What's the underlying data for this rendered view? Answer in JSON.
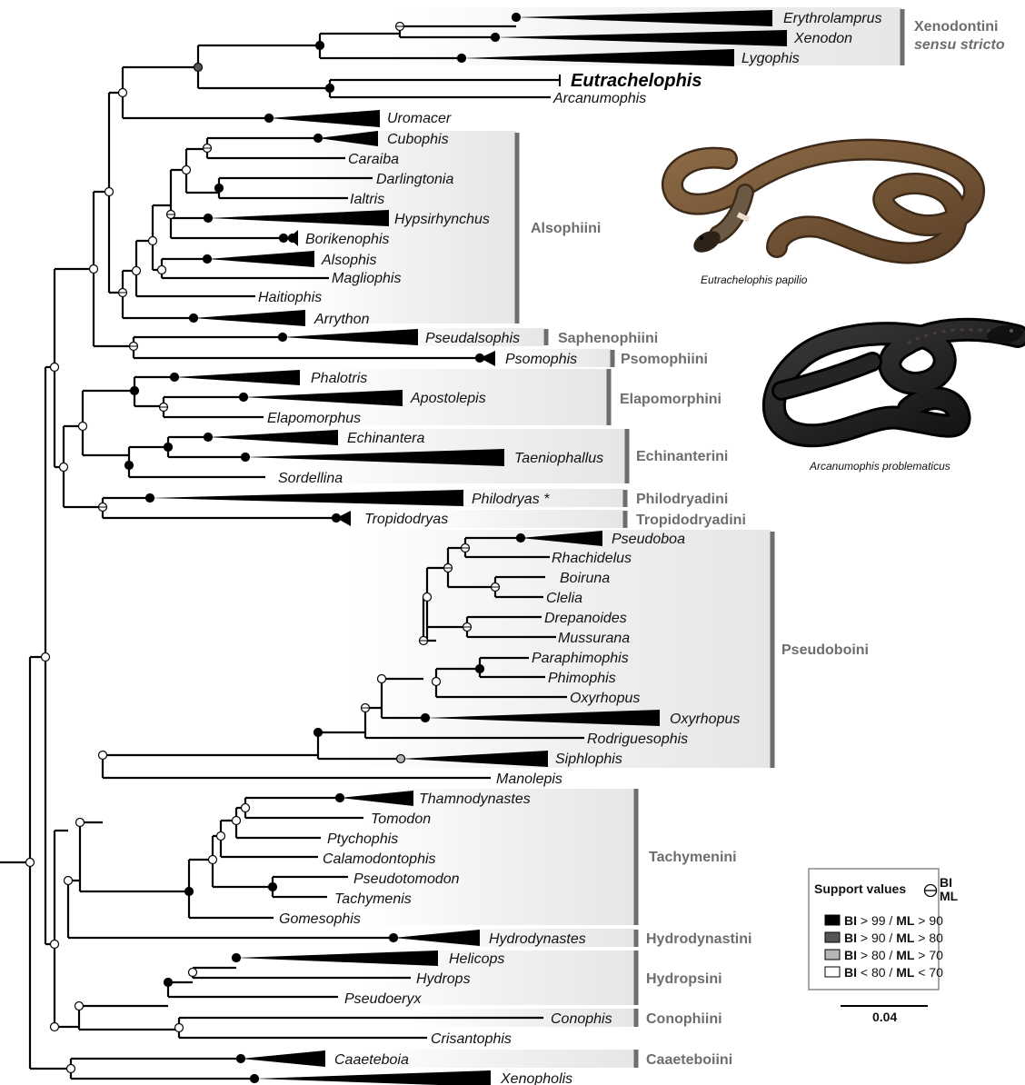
{
  "tribes": {
    "xenodontini_line1": "Xenodontini",
    "xenodontini_line2": "sensu stricto",
    "alsophiini": "Alsophiini",
    "saphenophiini": "Saphenophiini",
    "psomophiini": "Psomophiini",
    "elapomorphini": "Elapomorphini",
    "echinanterini": "Echinanterini",
    "philodryadini": "Philodryadini",
    "tropidodryadini": "Tropidodryadini",
    "pseudoboini": "Pseudoboini",
    "tachymenini": "Tachymenini",
    "hydrodynastini": "Hydrodynastini",
    "hydropsini": "Hydropsini",
    "conophiini": "Conophiini",
    "caaeteboiini": "Caaeteboiini"
  },
  "taxa": {
    "erythrolamprus": "Erythrolamprus",
    "xenodon": "Xenodon",
    "lygophis": "Lygophis",
    "eutrachelophis": "Eutrachelophis",
    "arcanumophis": "Arcanumophis",
    "uromacer": "Uromacer",
    "cubophis": "Cubophis",
    "caraiba": "Caraiba",
    "darlingtonia": "Darlingtonia",
    "ialtris": "Ialtris",
    "hypsirhynchus": "Hypsirhynchus",
    "borikenophis": "Borikenophis",
    "alsophis": "Alsophis",
    "magliophis": "Magliophis",
    "haitiophis": "Haitiophis",
    "arrython": "Arrython",
    "pseudalsophis": "Pseudalsophis",
    "psomophis": "Psomophis",
    "phalotris": "Phalotris",
    "apostolepis": "Apostolepis",
    "elapomorphus": "Elapomorphus",
    "echinantera": "Echinantera",
    "taeniophallus": "Taeniophallus",
    "sordellina": "Sordellina",
    "philodryas": "Philodryas *",
    "tropidodryas": "Tropidodryas",
    "pseudoboa": "Pseudoboa",
    "rhachidelus": "Rhachidelus",
    "boiruna": "Boiruna",
    "clelia": "Clelia",
    "drepanoides": "Drepanoides",
    "mussurana": "Mussurana",
    "paraphimophis": "Paraphimophis",
    "phimophis": "Phimophis",
    "oxyrhopus_a": "Oxyrhopus",
    "oxyrhopus_b": "Oxyrhopus",
    "rodriguesophis": "Rodriguesophis",
    "siphlophis": "Siphlophis",
    "manolepis": "Manolepis",
    "thamnodynastes": "Thamnodynastes",
    "tomodon": "Tomodon",
    "ptychophis": "Ptychophis",
    "calamodontophis": "Calamodontophis",
    "pseudotomodon": "Pseudotomodon",
    "tachymenis": "Tachymenis",
    "gomesophis": "Gomesophis",
    "hydrodynastes": "Hydrodynastes",
    "helicops": "Helicops",
    "hydrops": "Hydrops",
    "pseudoeryx": "Pseudoeryx",
    "conophis": "Conophis",
    "crisantophis": "Crisantophis",
    "caaeteboia": "Caaeteboia",
    "xenopholis": "Xenopholis"
  },
  "photos": {
    "eutrachelophis_caption": "Eutrachelophis papilio",
    "arcanumophis_caption": "Arcanumophis problematicus"
  },
  "legend": {
    "title": "Support values",
    "key_bi": "BI",
    "key_ml": "ML",
    "rows": [
      {
        "bi": "BI",
        "bi_val": "> 99",
        "sep": "/",
        "ml": "ML",
        "ml_val": "> 90",
        "color": "#000000"
      },
      {
        "bi": "BI",
        "bi_val": "> 90",
        "sep": "/",
        "ml": "ML",
        "ml_val": "> 80",
        "color": "#555555"
      },
      {
        "bi": "BI",
        "bi_val": "> 80",
        "sep": "/",
        "ml": "ML",
        "ml_val": "> 70",
        "color": "#b5b5b5"
      },
      {
        "bi": "BI",
        "bi_val": "< 80",
        "sep": "/",
        "ml": "ML",
        "ml_val": "< 70",
        "color": "#ffffff"
      }
    ],
    "scale_label": "0.04"
  },
  "colors": {
    "tribe_text": "#6d6d6d",
    "tribe_bar": "#6d6d6d",
    "band": "#ececec",
    "branch": "#000000",
    "snake1_body": "#7a5a3a",
    "snake2_body": "#1e1e1e"
  }
}
